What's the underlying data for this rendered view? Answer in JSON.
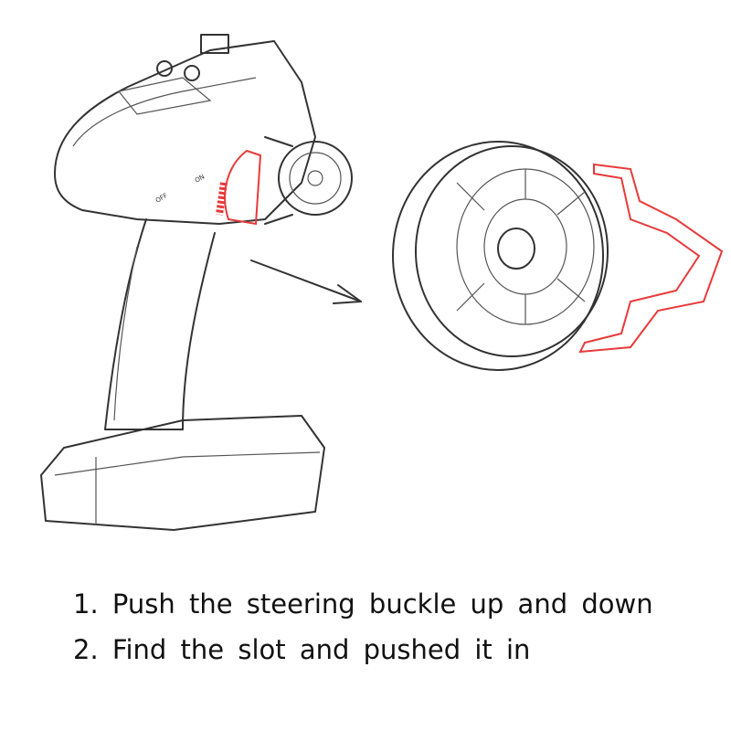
{
  "diagram": {
    "switch_labels": {
      "off": "OFF",
      "on": "ON"
    },
    "accent_color": "#e83a3a"
  },
  "steps": [
    {
      "text": "1. Push the steering buckle up and down"
    },
    {
      "text": "2. Find the slot and pushed it in"
    }
  ]
}
